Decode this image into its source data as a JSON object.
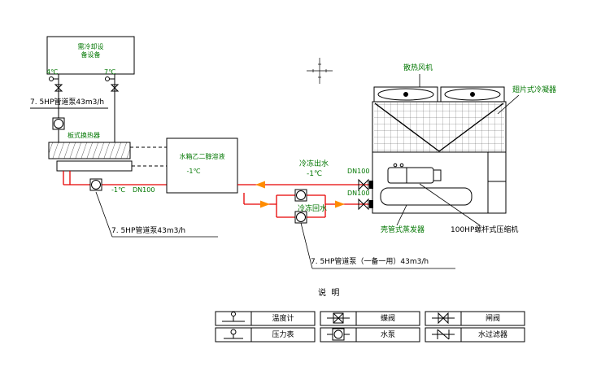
{
  "colors": {
    "pipe_red": "#e60000",
    "annotation_green": "#007600",
    "arrow_orange": "#ff8c00",
    "line_black": "#000000",
    "background": "#ffffff"
  },
  "left_system": {
    "equipment_box": {
      "line1": "需冷却设",
      "line2": "备设备"
    },
    "temp_left": "4℃",
    "temp_right": "7℃",
    "pump_top_label": "7. 5HP管道泵43m3/h",
    "heat_exchanger_label": "板式换热器",
    "temp_supply": "-1℃",
    "dn_left": "DN100",
    "pump_mid_label": "7. 5HP管道泵43m3/h"
  },
  "tank": {
    "line1": "水箱乙二醇溶液",
    "line2": "-1℃"
  },
  "piping": {
    "supply_label_line1": "冷冻出水",
    "supply_label_line2": "-1℃",
    "dn_top": "DN100",
    "dn_bottom": "DN100",
    "return_label": "冷冻回水",
    "duplex_pump_label": "7. 5HP管道泵（一备一用）43m3/h"
  },
  "chiller": {
    "fan_label": "散热风机",
    "condenser_label": "翅片式冷凝器",
    "evaporator_label": "壳管式蒸发器",
    "compressor_label": "100HP螺杆式压缩机"
  },
  "legend": {
    "title": "说  明",
    "items": [
      {
        "symbol": "thermometer-icon",
        "label": "温度计"
      },
      {
        "symbol": "butterfly-valve-icon",
        "label": "蝶阀"
      },
      {
        "symbol": "gate-valve-icon",
        "label": "闸阀"
      },
      {
        "symbol": "pressure-gauge-icon",
        "label": "压力表"
      },
      {
        "symbol": "water-pump-icon",
        "label": "水泵"
      },
      {
        "symbol": "water-filter-icon",
        "label": "水过滤器"
      }
    ]
  }
}
